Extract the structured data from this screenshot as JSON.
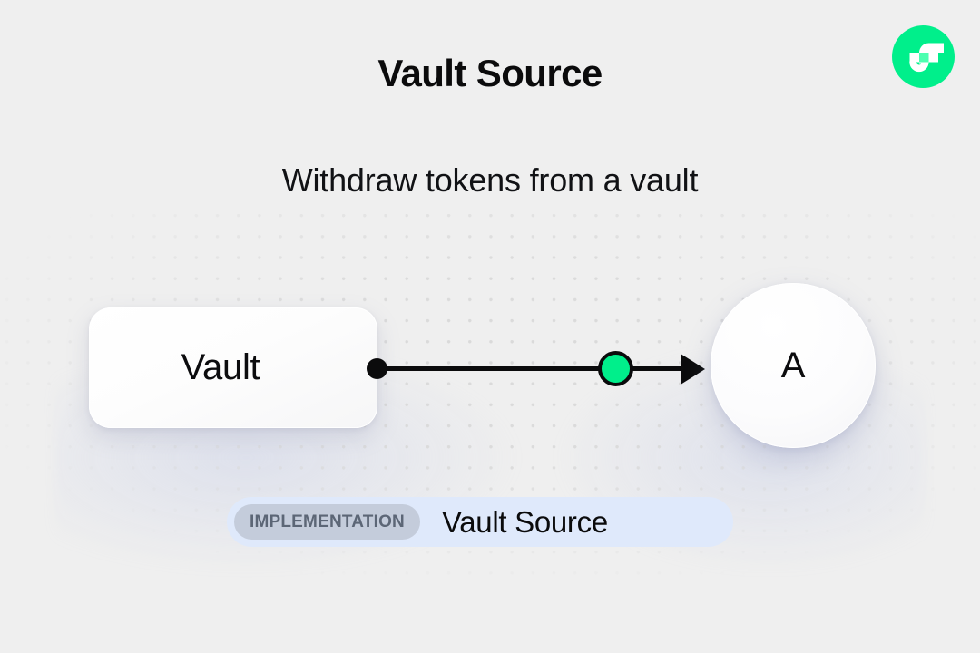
{
  "header": {
    "title": "Vault Source",
    "subtitle": "Withdraw tokens from a vault"
  },
  "brand": {
    "logo_icon": "flow-logo-icon",
    "logo_bg_color": "#00ef8b",
    "logo_mark_color": "#ffffff",
    "logo_accent_color": "#4dffb0"
  },
  "diagram": {
    "type": "flow-graph",
    "nodes": [
      {
        "id": "vault",
        "label": "Vault",
        "shape": "rounded-rect"
      },
      {
        "id": "a",
        "label": "A",
        "shape": "circle"
      }
    ],
    "edges": [
      {
        "from": "vault",
        "to": "a",
        "source_handle_color": "#0b0b0c",
        "midpoint_color": "#00ef8b",
        "line_color": "#0b0b0c",
        "arrow": "right"
      }
    ]
  },
  "footer": {
    "badge_label": "IMPLEMENTATION",
    "implementation_name": "Vault Source",
    "panel_color": "#dfe9fb",
    "badge_color": "#c4ccdb",
    "badge_text_color": "#5c6676"
  },
  "background": {
    "page_color": "#efefef",
    "dot_color": "#d9d9d9"
  }
}
